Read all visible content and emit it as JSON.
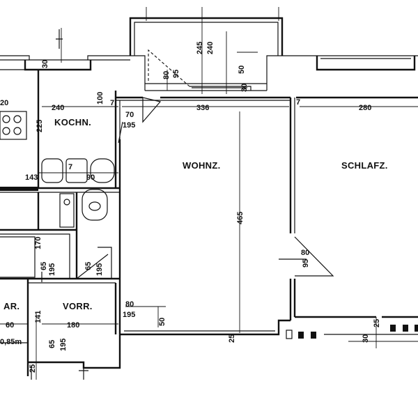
{
  "rooms": {
    "kitchen": "KOCHN.",
    "living": "WOHNZ.",
    "bedroom": "SCHLAFZ.",
    "hall": "VORR.",
    "ar": "AR."
  },
  "dimensions": {
    "top_d245": "245",
    "top_d240": "240",
    "top_d50": "50",
    "top_d80": "80",
    "top_d95": "95",
    "top_d30": "30",
    "d30_left": "30",
    "d240": "240",
    "d100": "100",
    "d7_kitchen": "7",
    "d336": "336",
    "d7_mid": "7",
    "d280": "280",
    "d20": "20",
    "d225": "225",
    "d70": "70",
    "d195_a": "195",
    "d143": "143",
    "d7_b": "7",
    "d90": "90",
    "d465": "465",
    "d170": "170",
    "d65_a": "65",
    "d195_b": "195",
    "d65_b": "65",
    "d195_c": "195",
    "d80_bed": "80",
    "d95_bed": "95",
    "d80_hall": "80",
    "d195_hall": "195",
    "d50_hall": "50",
    "d60": "60",
    "d180": "180",
    "d141": "141",
    "d085": "0,85m",
    "d65_c": "65",
    "d195_d": "195",
    "d25_bottom": "25",
    "d30_bottom": "30",
    "d25_right": "25",
    "d25_left": "25"
  }
}
